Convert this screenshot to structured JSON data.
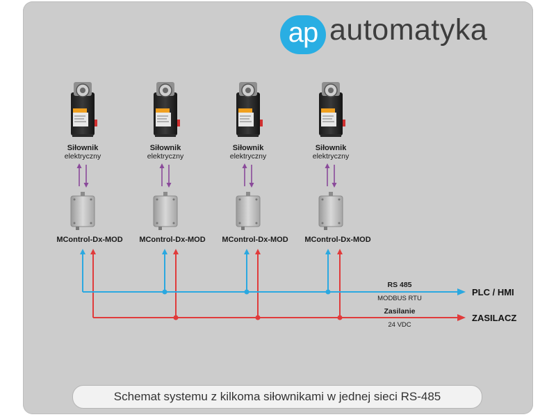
{
  "logo": {
    "badge": "ap",
    "word": "automatyka"
  },
  "actuators": [
    {
      "title": "Siłownik",
      "subtitle": "elektryczny"
    },
    {
      "title": "Siłownik",
      "subtitle": "elektryczny"
    },
    {
      "title": "Siłownik",
      "subtitle": "elektryczny"
    },
    {
      "title": "Siłownik",
      "subtitle": "elektryczny"
    }
  ],
  "modules": [
    {
      "name": "MControl-Dx-MOD"
    },
    {
      "name": "MControl-Dx-MOD"
    },
    {
      "name": "MControl-Dx-MOD"
    },
    {
      "name": "MControl-Dx-MOD"
    }
  ],
  "bus": {
    "rs485_label": "RS 485",
    "rs485_protocol": "MODBUS RTU",
    "rs485_target": "PLC / HMI",
    "power_label": "Zasilanie",
    "power_voltage": "24 VDC",
    "power_target": "ZASILACZ"
  },
  "colors": {
    "rs485": "#2aa8e0",
    "power": "#e03b3b",
    "link": "#8a4a9a",
    "logo": "#29aee3"
  },
  "caption": "Schemat systemu z kilkoma siłownikami w jednej sieci RS-485"
}
